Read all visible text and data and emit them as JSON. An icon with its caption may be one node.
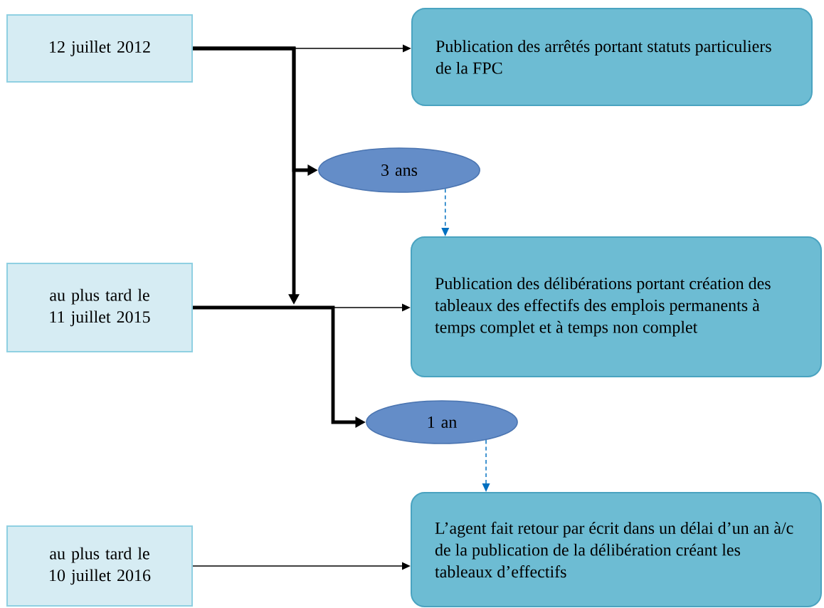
{
  "diagram": {
    "nodes": [
      {
        "text": [
          "12 juillet 2012"
        ]
      },
      {
        "text": [
          "Publication des arrêtés portant statuts particuliers de la FPC"
        ]
      },
      {
        "text": [
          "3 ans"
        ]
      },
      {
        "text": [
          "au plus tard le 11 juillet 2015"
        ]
      },
      {
        "text": [
          "Publication des délibérations portant création des tableaux des effectifs des emplois permanents à temps complet et à temps non complet"
        ]
      },
      {
        "text": [
          "1 an"
        ]
      },
      {
        "text": [
          "au plus tard le 10 juillet 2016"
        ]
      },
      {
        "text": [
          "L’agent fait retour par écrit dans un délai d’un an à/c de la publication de la délibération créant les tableaux d’effectifs"
        ]
      }
    ],
    "edges": [
      {
        "from": 0,
        "to": 1,
        "arrow": "to"
      },
      {
        "from": 0,
        "to": 2,
        "arrow": "to",
        "style": "thick"
      },
      {
        "from": 0,
        "to": null,
        "arrow": "to",
        "style": "thick"
      },
      {
        "from": 3,
        "to": 4,
        "arrow": "to"
      },
      {
        "from": 2,
        "to": 4,
        "arrow": "to",
        "style": "dashed",
        "color": "#0070c0"
      },
      {
        "from": 3,
        "to": 5,
        "arrow": "to",
        "style": "thick"
      },
      {
        "from": 5,
        "to": 7,
        "arrow": "to",
        "style": "dashed",
        "color": "#0070c0"
      },
      {
        "from": 6,
        "to": 7,
        "arrow": "to"
      }
    ]
  }
}
